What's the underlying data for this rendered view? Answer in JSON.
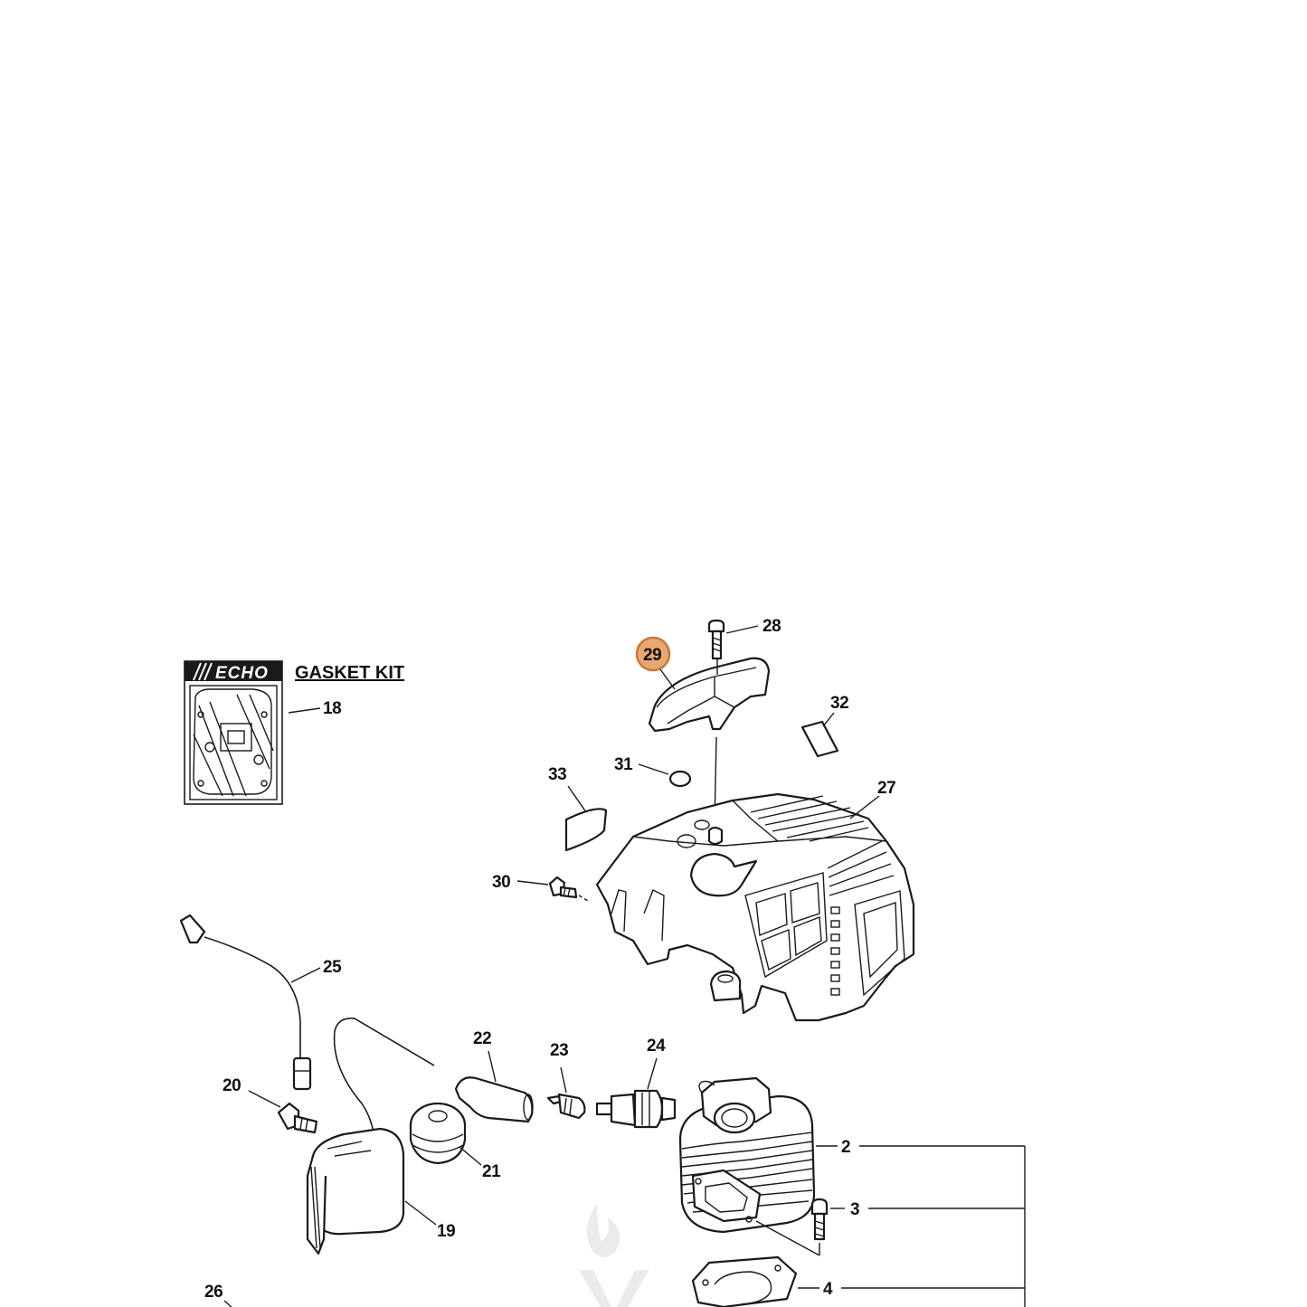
{
  "gasket_kit": {
    "logo": "ECHO",
    "title": "GASKET KIT"
  },
  "colors": {
    "line": "#1a1a1a",
    "highlight_fill": "#e8a870",
    "highlight_stroke": "#c8783a"
  },
  "highlighted_callout": "29",
  "callouts": {
    "c2": "2",
    "c3": "3",
    "c4": "4",
    "c18": "18",
    "c19": "19",
    "c20": "20",
    "c21": "21",
    "c22": "22",
    "c23": "23",
    "c24": "24",
    "c25": "25",
    "c26": "26",
    "c27": "27",
    "c28": "28",
    "c29": "29",
    "c30": "30",
    "c31": "31",
    "c32": "32",
    "c33": "33"
  }
}
